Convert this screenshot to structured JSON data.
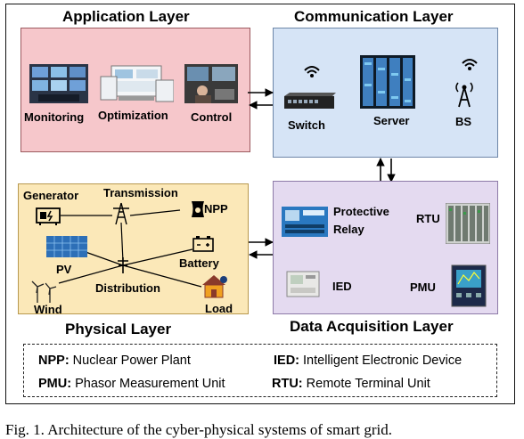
{
  "application_layer": {
    "title": "Application Layer",
    "items": [
      "Monitoring",
      "Optimization",
      "Control"
    ]
  },
  "communication_layer": {
    "title": "Communication Layer",
    "items": [
      "Switch",
      "Server",
      "BS"
    ]
  },
  "physical_layer": {
    "title": "Physical Layer",
    "items": [
      "Generator",
      "Transmission",
      "NPP",
      "PV",
      "Battery",
      "Distribution",
      "Wind",
      "Load"
    ]
  },
  "data_acquisition_layer": {
    "title": "Data Acquisition  Layer",
    "protective_relay": [
      "Protective",
      "Relay"
    ],
    "items": [
      "RTU",
      "IED",
      "PMU"
    ]
  },
  "legend": [
    {
      "abbr": "NPP:",
      "text": " Nuclear Power Plant"
    },
    {
      "abbr": "IED:",
      "text": " Intelligent Electronic Device"
    },
    {
      "abbr": "PMU:",
      "text": " Phasor Measurement Unit"
    },
    {
      "abbr": "RTU:",
      "text": " Remote Terminal Unit"
    }
  ],
  "caption": "Fig. 1.  Architecture of the cyber-physical systems of smart grid.",
  "colors": {
    "application": "#f6c7cb",
    "communication": "#d6e4f6",
    "physical": "#fbe8b8",
    "data_acquisition": "#e4daf0"
  }
}
